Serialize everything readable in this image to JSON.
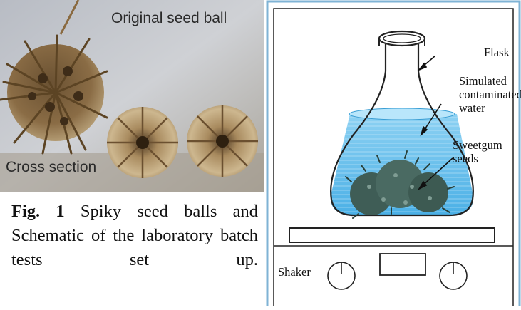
{
  "photo": {
    "label_original": "Original seed ball",
    "label_cross": "Cross section"
  },
  "caption": {
    "fig_label": "Fig. 1",
    "text": " Spiky seed balls and Schematic of the laboratory batch tests set up."
  },
  "schematic": {
    "flask_label": "Flask",
    "water_label": "Simulated\ncontaminated\nwater",
    "seeds_label": "Sweetgum\nseeds",
    "shaker_label": "Shaker",
    "border_color": "#7fb3d5",
    "water_color": "#6fc3ee"
  }
}
